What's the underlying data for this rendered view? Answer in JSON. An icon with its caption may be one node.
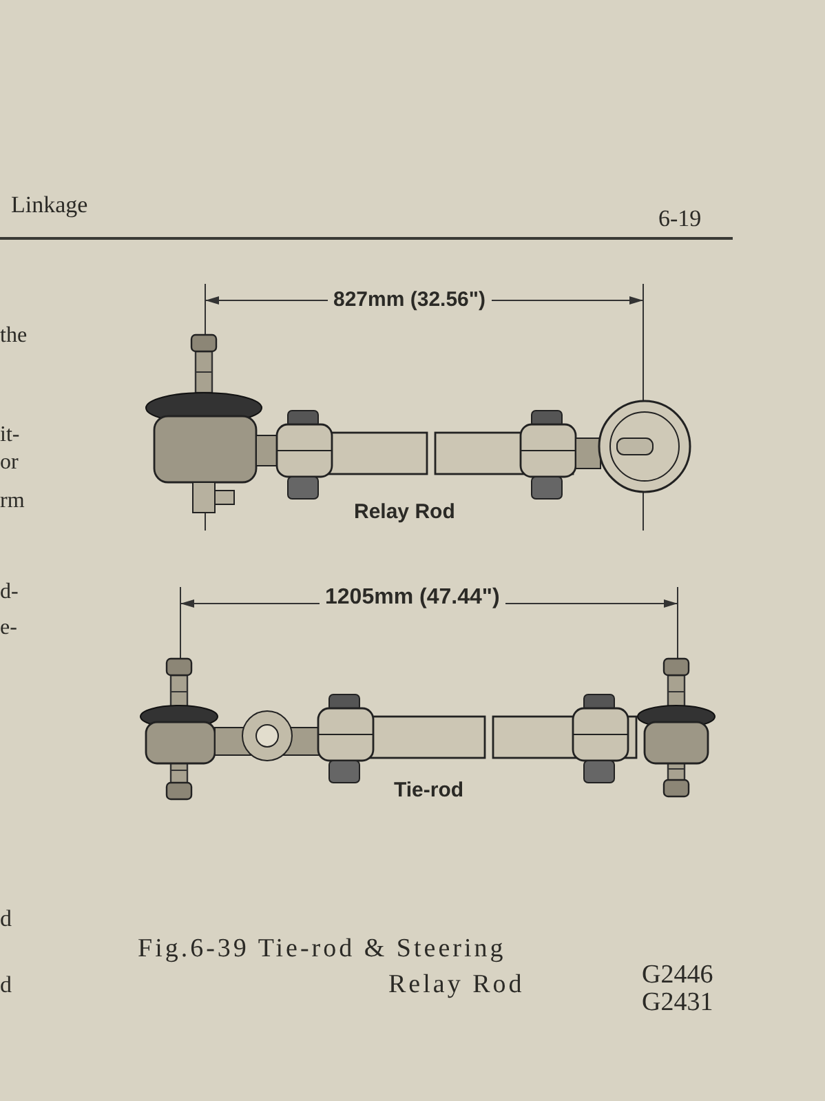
{
  "diagram": {
    "caption": "Fig.6-39 Tie-rod & Steering Relay Rod",
    "labels": [
      "Linkage",
      "6-19",
      "the",
      "it-",
      "or",
      "rm",
      "827mm (32.56\")",
      "Relay Rod",
      "d-",
      "e-",
      "1205mm (47.44\")",
      "Tie-rod",
      "d",
      "d",
      "G2446",
      "G2431"
    ]
  }
}
